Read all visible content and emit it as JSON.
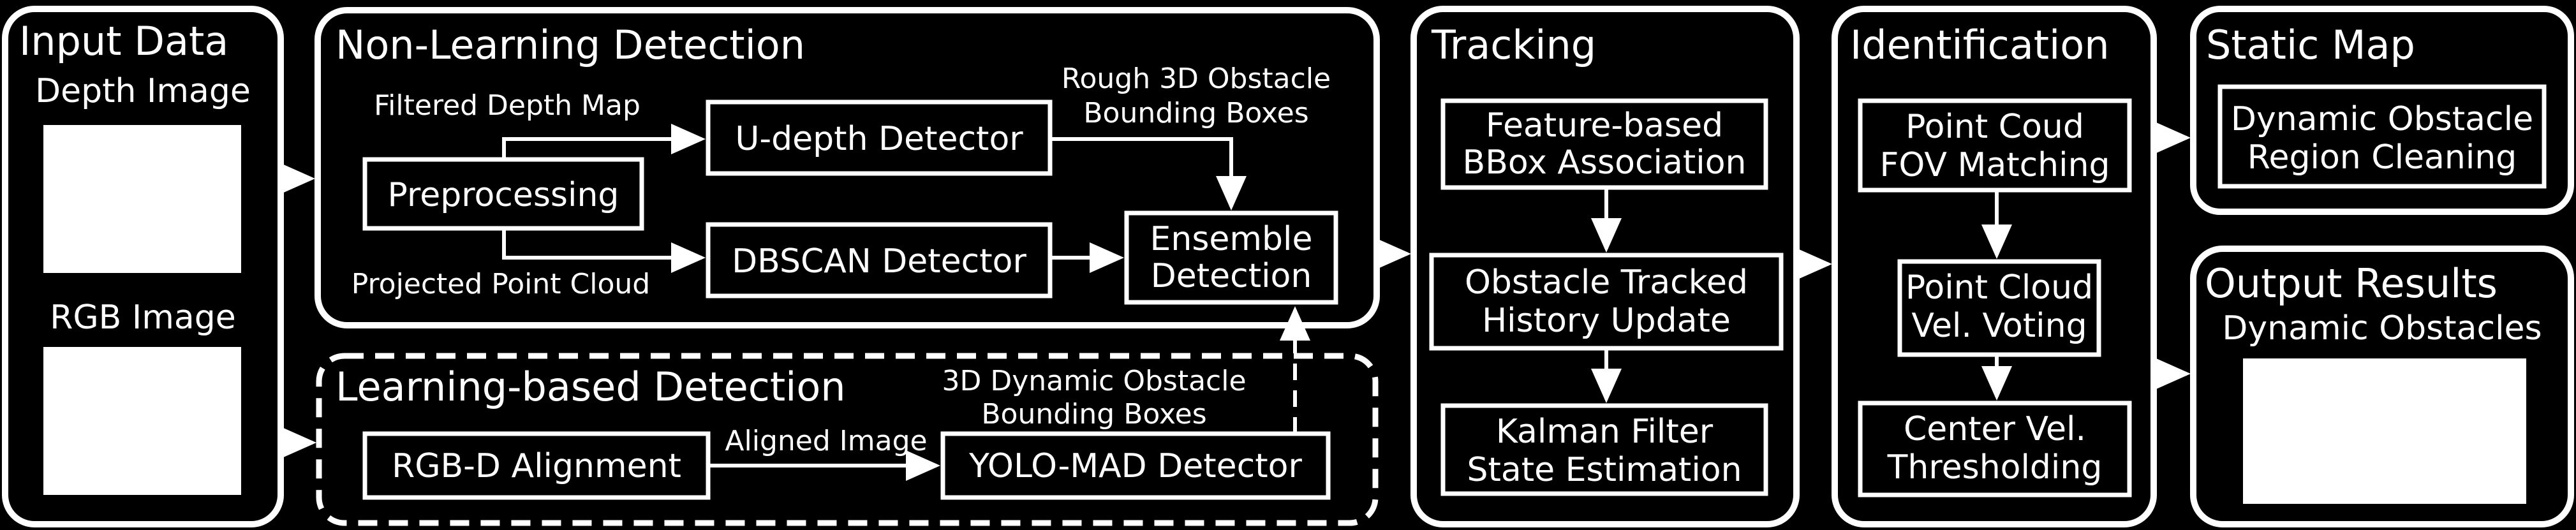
{
  "input": {
    "title": "Input Data",
    "depth_label": "Depth Image",
    "rgb_label": "RGB Image"
  },
  "nonlearning": {
    "title": "Non-Learning Detection",
    "filtered_label": "Filtered Depth Map",
    "rough_label_1": "Rough 3D Obstacle",
    "rough_label_2": "Bounding Boxes",
    "projected_label": "Projected Point Cloud",
    "preprocessing": "Preprocessing",
    "udepth": "U-depth Detector",
    "dbscan": "DBSCAN Detector",
    "ensemble_1": "Ensemble",
    "ensemble_2": "Detection"
  },
  "learning": {
    "title": "Learning-based Detection",
    "dyn_label_1": "3D Dynamic Obstacle",
    "dyn_label_2": "Bounding Boxes",
    "aligned_label": "Aligned Image",
    "rgbd": "RGB-D Alignment",
    "yolo": "YOLO-MAD Detector"
  },
  "tracking": {
    "title": "Tracking",
    "feature_1": "Feature-based",
    "feature_2": "BBox Association",
    "history_1": "Obstacle Tracked",
    "history_2": "History Update",
    "kalman_1": "Kalman Filter",
    "kalman_2": "State Estimation"
  },
  "identification": {
    "title": "Identification",
    "fov_1": "Point Coud",
    "fov_2": "FOV Matching",
    "vote_1": "Point Cloud",
    "vote_2": "Vel. Voting",
    "center_1": "Center Vel.",
    "center_2": "Thresholding"
  },
  "static_map": {
    "title": "Static Map",
    "clean_1": "Dynamic Obstacle",
    "clean_2": "Region Cleaning"
  },
  "output": {
    "title": "Output Results",
    "dyn_label": "Dynamic Obstacles"
  }
}
